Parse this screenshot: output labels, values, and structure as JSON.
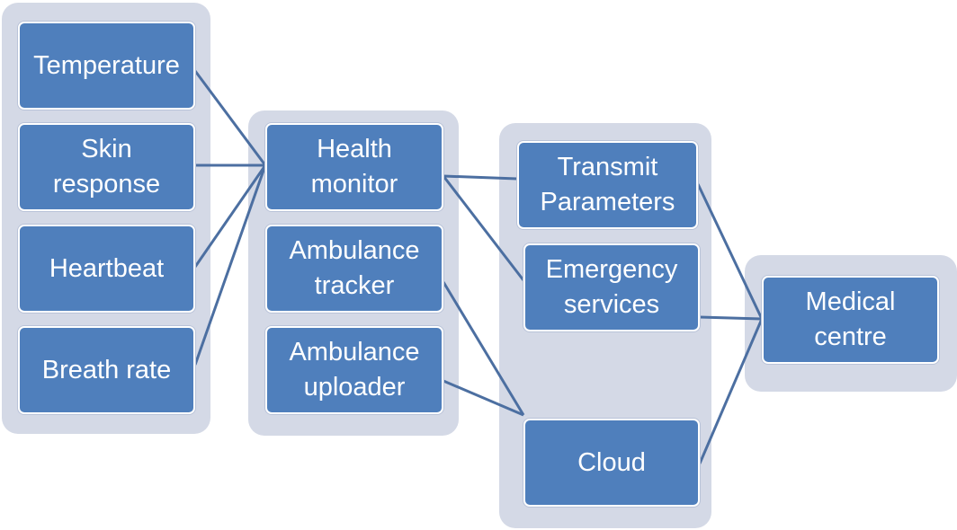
{
  "colors": {
    "node_fill": "#4f7fbc",
    "group_fill": "#d4d9e6",
    "connector": "#4c6fa1",
    "text": "#ffffff"
  },
  "nodes": {
    "temperature": "Temperature",
    "skin_response": "Skin\nresponse",
    "heartbeat": "Heartbeat",
    "breath_rate": "Breath rate",
    "health_monitor": "Health\nmonitor",
    "ambulance_tracker": "Ambulance\ntracker",
    "ambulance_uploader": "Ambulance\nuploader",
    "transmit_parameters": "Transmit\nParameters",
    "emergency_services": "Emergency\nservices",
    "cloud": "Cloud",
    "medical_centre": "Medical\ncentre"
  },
  "edges": [
    [
      "temperature",
      "health_monitor"
    ],
    [
      "skin_response",
      "health_monitor"
    ],
    [
      "heartbeat",
      "health_monitor"
    ],
    [
      "breath_rate",
      "health_monitor"
    ],
    [
      "health_monitor",
      "transmit_parameters"
    ],
    [
      "health_monitor",
      "emergency_services"
    ],
    [
      "ambulance_tracker",
      "cloud"
    ],
    [
      "ambulance_uploader",
      "cloud"
    ],
    [
      "transmit_parameters",
      "medical_centre"
    ],
    [
      "emergency_services",
      "medical_centre"
    ],
    [
      "cloud",
      "medical_centre"
    ]
  ]
}
